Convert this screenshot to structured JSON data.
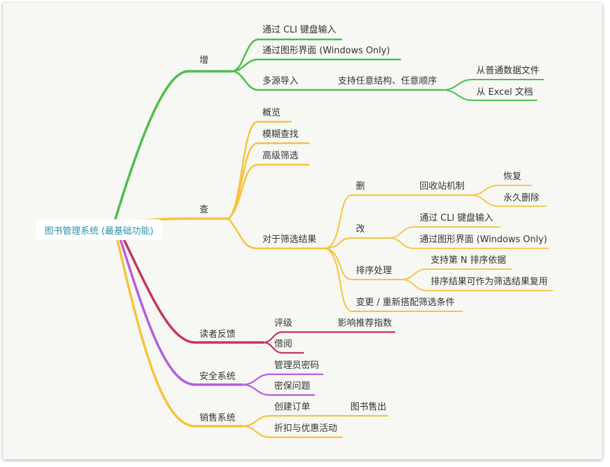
{
  "root": "图书管理系统 (最基础功能)",
  "colors": {
    "add": "#4cbf4c",
    "query": "#f6c33a",
    "feedback": "#c9335f",
    "security": "#b75cdf",
    "sales": "#f6c33a"
  },
  "nodes": {
    "add": "增",
    "add_cli": "通过 CLI 键盘输入",
    "add_gui": "通过图形界面 (Windows Only)",
    "add_import": "多源导入",
    "add_import_any": "支持任意结构、任意顺序",
    "add_import_file": "从普通数据文件",
    "add_import_excel": "从 Excel 文档",
    "query": "查",
    "overview": "概览",
    "fuzzy": "模糊查找",
    "advanced": "高级筛选",
    "results": "对于筛选结果",
    "delete": "删",
    "recycle": "回收站机制",
    "restore": "恢复",
    "perm_delete": "永久删除",
    "modify": "改",
    "mod_cli": "通过 CLI 键盘输入",
    "mod_gui": "通过图形界面 (Windows Only)",
    "sort": "排序处理",
    "sort_n": "支持第 N 排序依据",
    "sort_reuse": "排序结果可作为筛选结果复用",
    "change": "变更 / 重新搭配筛选条件",
    "feedback": "读者反馈",
    "rating": "评级",
    "rating_effect": "影响推荐指数",
    "borrow": "借阅",
    "security": "安全系统",
    "admin_pwd": "管理员密码",
    "secret_q": "密保问题",
    "sales": "销售系统",
    "order": "创建订单",
    "book_sale": "图书售出",
    "discount": "折扣与优惠活动"
  }
}
